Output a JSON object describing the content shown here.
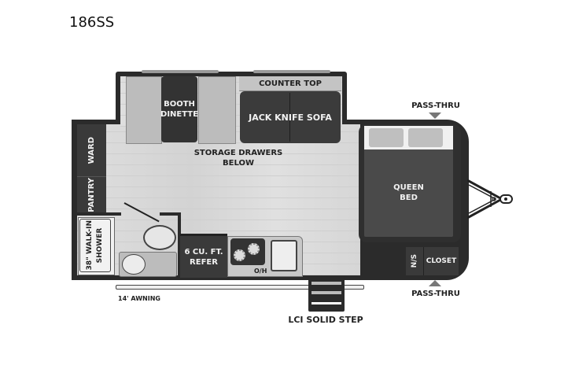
{
  "model": "186SS",
  "colors": {
    "wall": "#2b2b2b",
    "floor": "#d9d9d9",
    "furniture_dark": "#3a3a3a",
    "furniture_light": "#bdbdbd",
    "text_dark": "#222222",
    "text_light": "#f2f2f2"
  },
  "rooms": {
    "booth_dinette": "BOOTH\nDINETTE",
    "booth_dinette_l1": "BOOTH",
    "booth_dinette_l2": "DINETTE",
    "counter_top": "COUNTER TOP",
    "jack_knife_sofa": "JACK KNIFE SOFA",
    "storage_l1": "STORAGE DRAWERS",
    "storage_l2": "BELOW",
    "ward": "WARD",
    "pantry": "PANTRY",
    "shower_l1": "38\" WALK-IN",
    "shower_l2": "SHOWER",
    "refer_l1": "6 CU. FT.",
    "refer_l2": "REFER",
    "oh": "O/H",
    "queen_l1": "QUEEN",
    "queen_l2": "BED",
    "ns": "N/S",
    "closet": "CLOSET"
  },
  "exterior": {
    "pass_thru_top": "PASS-THRU",
    "pass_thru_bottom": "PASS-THRU",
    "awning": "14' AWNING",
    "step": "LCI SOLID STEP"
  }
}
